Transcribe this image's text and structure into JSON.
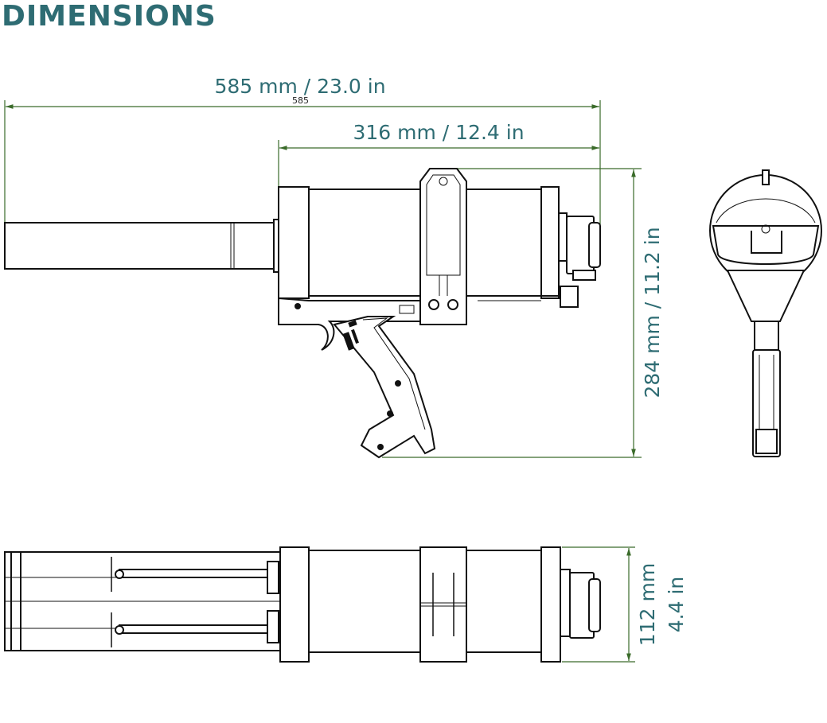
{
  "title": "DIMENSIONS",
  "dimensions": {
    "overall_length": "585 mm / 23.0 in",
    "overall_length_ghost": "585",
    "body_length": "316 mm / 12.4 in",
    "height": "284 mm / 11.2 in",
    "width_mm": "112 mm",
    "width_in": "4.4 in"
  },
  "colors": {
    "accent": "#2e6c73",
    "dimension_line": "#3a6b2a"
  }
}
